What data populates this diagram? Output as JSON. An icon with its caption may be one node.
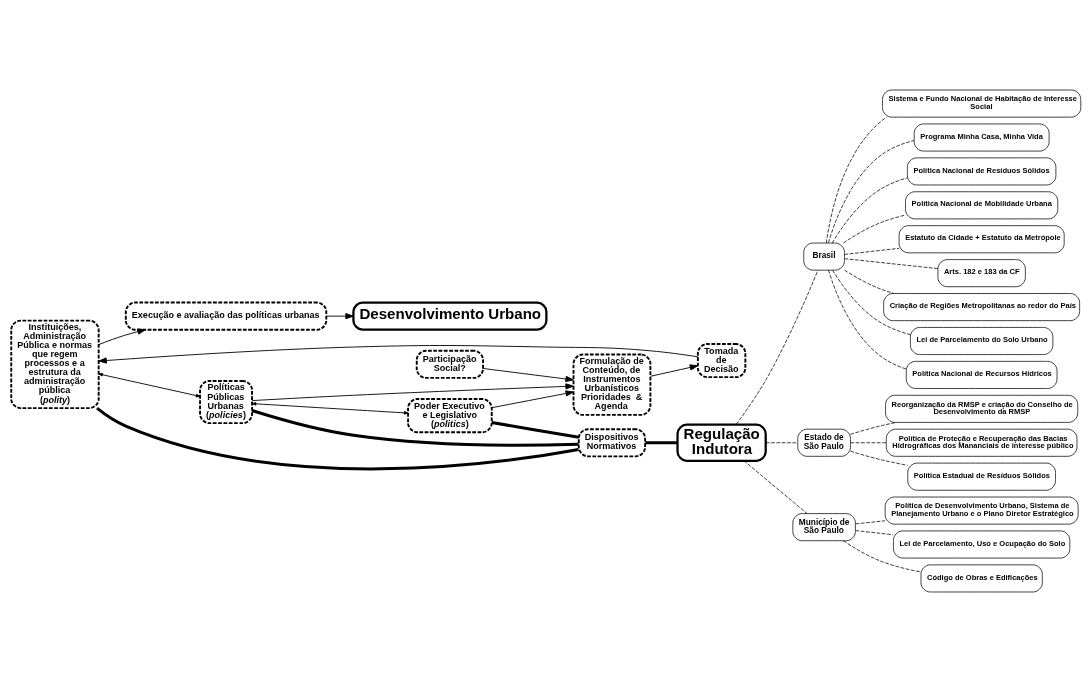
{
  "diagram": {
    "nodes": [
      {
        "text": [
          "Desenvolvimento Urbano"
        ]
      },
      {
        "text": [
          "Execução e avaliação das políticas urbanas"
        ]
      },
      {
        "text": [
          "Participação Social?"
        ]
      },
      {
        "text": [
          "Instituições, Administração Pública e normas que regem processos e a estrutura da administração pública (*polity*)"
        ]
      },
      {
        "text": [
          "Tomada de Decisão"
        ]
      },
      {
        "text": [
          "Formulação de Conteúdo, de Instrumentos Urbanísticos Prioridades  & Agenda"
        ]
      },
      {
        "text": [
          "Políticas Públicas Urbanas (*policies*)"
        ]
      },
      {
        "text": [
          "Poder Executivo e Legislativo (*politics*)"
        ]
      },
      {
        "text": [
          "Dispositivos Normativos"
        ]
      },
      {
        "text": [
          "Regulação Indutora"
        ]
      },
      {
        "text": [
          "Criação de Regiões Metropolitanas ao redor do País"
        ]
      },
      {
        "text": [
          "Lei de Parcelamento do Solo Urbano"
        ]
      },
      {
        "text": [
          "Política Nacional de Recursos Hídricos"
        ]
      },
      {
        "text": [
          "Sistema e Fundo Nacional de Habitação de Interesse Social"
        ]
      },
      {
        "text": [
          "Programa Minha Casa, Minha Vida"
        ]
      },
      {
        "text": [
          "Política Nacional de Resíduos Sólidos"
        ]
      },
      {
        "text": [
          "Política Nacional de Mobilidade Urbana"
        ]
      },
      {
        "text": [
          "Estatuto da Cidade + Estatuto da Metrópole"
        ]
      },
      {
        "text": [
          "Arts. 182 e 183 da CF"
        ]
      },
      {
        "text": [
          "Brasil"
        ]
      },
      {
        "text": [
          "Reorganização da RMSP e criação do Conselho de Desenvolvimento da RMSP"
        ]
      },
      {
        "text": [
          "Política de Proteção e Recuperação das Bacias Hidrográficas dos Mananciais de interesse público"
        ]
      },
      {
        "text": [
          "Estado de São Paulo"
        ]
      },
      {
        "text": [
          "Política Estadual de Resíduos Sólidos"
        ]
      },
      {
        "text": [
          "Política de Desenvolvimento Urbano, Sistema de Planejamento Urbano e o Plano Diretor Estratégico"
        ]
      },
      {
        "text": [
          "Município de São Paulo"
        ]
      },
      {
        "text": [
          "Lei de Parcelamento, Uso e Ocupação do Solo"
        ]
      },
      {
        "text": [
          "Código de Obras e Edificações"
        ]
      }
    ],
    "edges": [
      {
        "from": 1,
        "to": 0,
        "arrow": "to"
      },
      {
        "from": 3,
        "to": 1,
        "arrow": "to"
      },
      {
        "from": 4,
        "to": 3,
        "arrow": "to"
      },
      {
        "from": 2,
        "to": 5,
        "arrow": "to"
      },
      {
        "from": 5,
        "to": 4,
        "arrow": "to"
      },
      {
        "from": 6,
        "to": 5,
        "arrow": "to"
      },
      {
        "from": 7,
        "to": 5,
        "arrow": "to"
      },
      {
        "from": 3,
        "to": 6,
        "arrow": "both"
      },
      {
        "from": 6,
        "to": 7,
        "arrow": "both"
      },
      {
        "from": 3,
        "to": 8,
        "arrow": "none",
        "style": "thick"
      },
      {
        "from": 6,
        "to": 8,
        "arrow": "none",
        "style": "thick"
      },
      {
        "from": 7,
        "to": 8,
        "arrow": "none",
        "style": "thick"
      },
      {
        "from": 8,
        "to": 9,
        "arrow": "none",
        "style": "thick"
      },
      {
        "from": 9,
        "to": 19,
        "arrow": "none",
        "style": "dashed"
      },
      {
        "from": 9,
        "to": 22,
        "arrow": "none",
        "style": "dashed"
      },
      {
        "from": 9,
        "to": 25,
        "arrow": "none",
        "style": "dashed"
      },
      {
        "from": 19,
        "to": 10,
        "arrow": "none",
        "style": "dashed"
      },
      {
        "from": 19,
        "to": 11,
        "arrow": "none",
        "style": "dashed"
      },
      {
        "from": 19,
        "to": 12,
        "arrow": "none",
        "style": "dashed"
      },
      {
        "from": 19,
        "to": 13,
        "arrow": "none",
        "style": "dashed"
      },
      {
        "from": 19,
        "to": 14,
        "arrow": "none",
        "style": "dashed"
      },
      {
        "from": 19,
        "to": 15,
        "arrow": "none",
        "style": "dashed"
      },
      {
        "from": 19,
        "to": 16,
        "arrow": "none",
        "style": "dashed"
      },
      {
        "from": 19,
        "to": 17,
        "arrow": "none",
        "style": "dashed"
      },
      {
        "from": 19,
        "to": 18,
        "arrow": "none",
        "style": "dashed"
      },
      {
        "from": 22,
        "to": 20,
        "arrow": "none",
        "style": "dashed"
      },
      {
        "from": 22,
        "to": 21,
        "arrow": "none",
        "style": "dashed"
      },
      {
        "from": 22,
        "to": 23,
        "arrow": "none",
        "style": "dashed"
      },
      {
        "from": 25,
        "to": 24,
        "arrow": "none",
        "style": "dashed"
      },
      {
        "from": 25,
        "to": 26,
        "arrow": "none",
        "style": "dashed"
      },
      {
        "from": 25,
        "to": 27,
        "arrow": "none",
        "style": "dashed"
      }
    ]
  }
}
